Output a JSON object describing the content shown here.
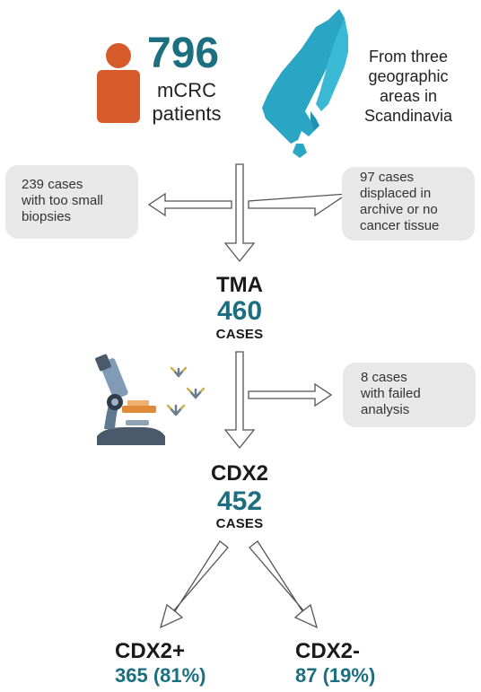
{
  "header": {
    "patient_count": "796",
    "patient_label_line1": "mCRC",
    "patient_label_line2": "patients",
    "region_line1": "From three",
    "region_line2": "geographic",
    "region_line3": "areas in",
    "region_line4": "Scandinavia"
  },
  "exclusions": {
    "left": [
      "239 cases",
      "with too small",
      "biopsies"
    ],
    "right": [
      "97 cases",
      "displaced in",
      "archive or no",
      "cancer tissue"
    ],
    "failed": [
      "8 cases",
      "with failed",
      "analysis"
    ]
  },
  "tma": {
    "title": "TMA",
    "count": "460",
    "unit": "CASES"
  },
  "cdx2": {
    "title": "CDX2",
    "count": "452",
    "unit": "CASES"
  },
  "results": {
    "positive_label": "CDX2+",
    "positive_value": "365 (81%)",
    "negative_label": "CDX2-",
    "negative_value": "87 (19%)"
  },
  "colors": {
    "accent": "#1c6f80",
    "person": "#d65a2a",
    "map": "#2aa6c4",
    "box": "#e8e8e8"
  },
  "icons": [
    "person-icon",
    "scandinavia-map-icon",
    "microscope-icon",
    "antibody-icon"
  ]
}
